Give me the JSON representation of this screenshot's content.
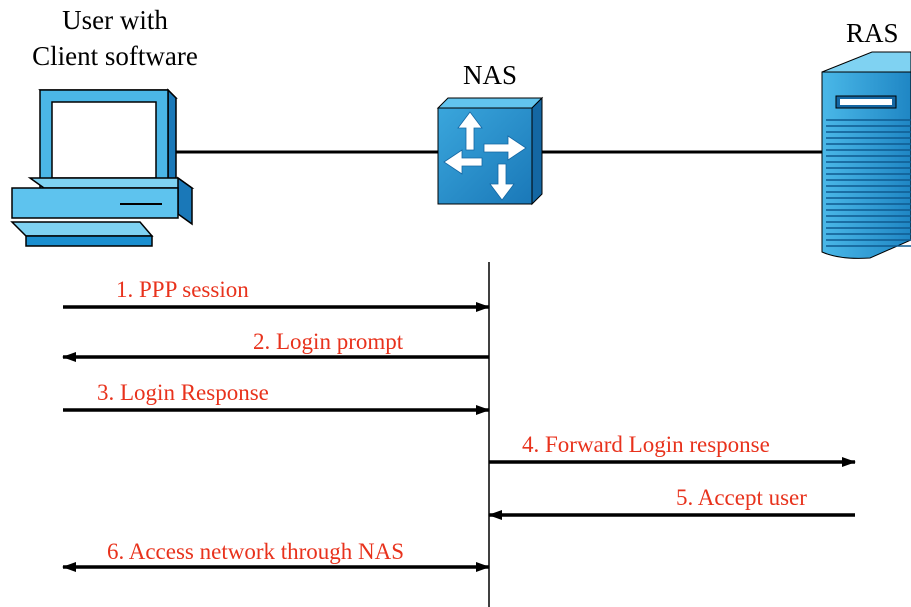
{
  "nodes": {
    "client": {
      "line1": "User with",
      "line2": "Client software",
      "icon": "desktop-computer-icon"
    },
    "nas": {
      "label": "NAS",
      "icon": "router-icon"
    },
    "ras": {
      "label": "RAS",
      "icon": "server-tower-icon"
    }
  },
  "messages": [
    {
      "text": "1. PPP session"
    },
    {
      "text": "2. Login prompt"
    },
    {
      "text": "3. Login Response"
    },
    {
      "text": "4. Forward Login response"
    },
    {
      "text": "5. Accept user"
    },
    {
      "text": "6. Access network through NAS"
    }
  ],
  "colors": {
    "message_text": "#e8321c",
    "line": "#000000",
    "device_blue": "#1a8fd0",
    "device_light": "#5ec3ee",
    "screen_bg": "#ffffff"
  }
}
